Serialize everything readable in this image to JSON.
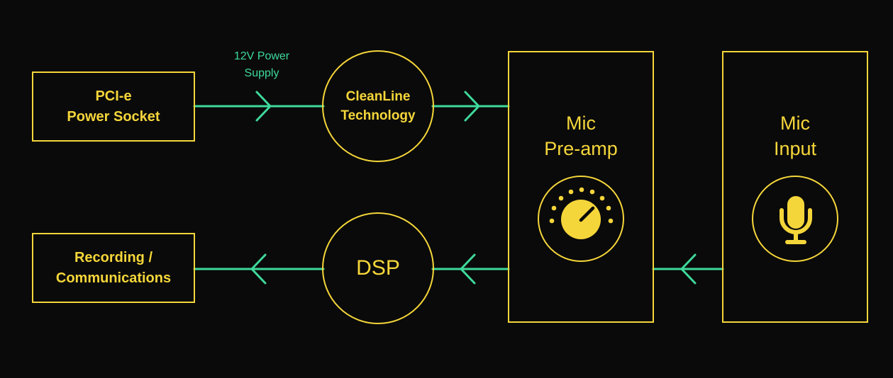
{
  "colors": {
    "background": "#0a0a0a",
    "node": "#f5d63a",
    "wire": "#3ed99b"
  },
  "nodes": {
    "pcie": {
      "lines": [
        "PCI-e",
        "Power Socket"
      ]
    },
    "cleanline": {
      "lines": [
        "CleanLine",
        "Technology"
      ]
    },
    "preamp": {
      "lines": [
        "Mic",
        "Pre-amp"
      ],
      "icon": "gain-knob-icon"
    },
    "micinput": {
      "lines": [
        "Mic",
        "Input"
      ],
      "icon": "microphone-icon"
    },
    "recording": {
      "lines": [
        "Recording /",
        "Communications"
      ]
    },
    "dsp": {
      "lines": [
        "DSP"
      ]
    }
  },
  "edges": [
    {
      "from": "pcie",
      "to": "cleanline",
      "label": [
        "12V Power",
        "Supply"
      ]
    },
    {
      "from": "cleanline",
      "to": "preamp",
      "label": []
    },
    {
      "from": "micinput",
      "to": "preamp",
      "label": []
    },
    {
      "from": "preamp",
      "to": "dsp",
      "label": []
    },
    {
      "from": "dsp",
      "to": "recording",
      "label": []
    }
  ]
}
